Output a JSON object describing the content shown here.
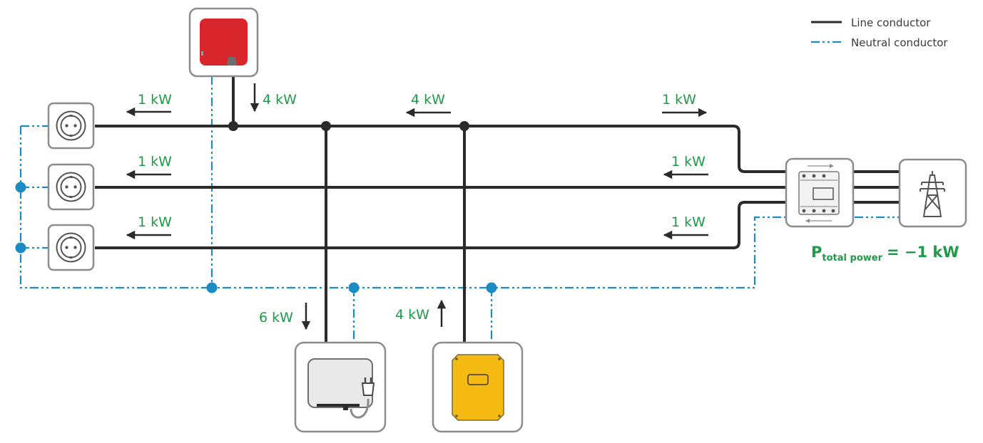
{
  "legend": {
    "line_label": "Line conductor",
    "neutral_label": "Neutral conductor"
  },
  "colors": {
    "line": "#2b2b2b",
    "neutral": "#1a8bc3",
    "flow_label": "#1e9a48",
    "box_stroke": "#8c8c8c",
    "pv_inverter": "#d9262c",
    "battery_inverter": "#f6bb13"
  },
  "total": {
    "p": "P",
    "sub": "total power",
    "value": "= −1 kW"
  },
  "flows": {
    "l1_left": "1 kW",
    "l2_left": "1 kW",
    "l3_left": "1 kW",
    "pv_down": "4 kW",
    "l1_mid": "4 kW",
    "l1_right": "1 kW",
    "l2_right": "1 kW",
    "l3_right": "1 kW",
    "ev_load": "6 kW",
    "battery": "4 kW"
  },
  "devices": [
    {
      "name": "pv-inverter",
      "icon": "red-inverter-icon"
    },
    {
      "name": "socket-l1",
      "icon": "socket-icon"
    },
    {
      "name": "socket-l2",
      "icon": "socket-icon"
    },
    {
      "name": "socket-l3",
      "icon": "socket-icon"
    },
    {
      "name": "ev-charger",
      "icon": "ev-charger-icon"
    },
    {
      "name": "battery-inverter",
      "icon": "yellow-inverter-icon"
    },
    {
      "name": "energy-meter",
      "icon": "energy-meter-icon"
    },
    {
      "name": "grid",
      "icon": "power-pylon-icon"
    }
  ]
}
